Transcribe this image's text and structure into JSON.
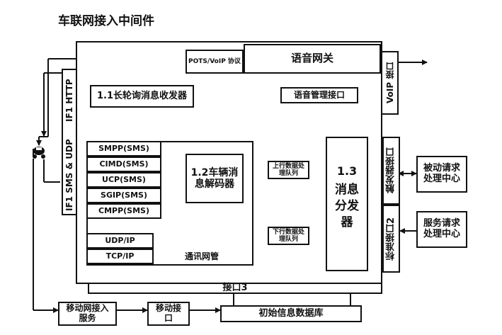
{
  "title": "车联网接入中间件",
  "pots_voip_protocol": "POTS/VoIP 协议",
  "voice_gateway": "语音网关",
  "voice_mgmt_interface": "语音管理接口",
  "long_poll_transceiver": "1.1长轮询消息收发器",
  "if1_http": "IF1 HTTP",
  "if1_sms_udp": "IF1 SMS & UDP",
  "protocols": [
    "SMPP(SMS)",
    "CIMD(SMS)",
    "UCP(SMS)",
    "SGIP(SMS)",
    "CMPP(SMS)"
  ],
  "transport": [
    "UDP/IP",
    "TCP/IP"
  ],
  "decoder": "1.2车辆消息解码器",
  "comm_mgmt": "通讯网管",
  "upstream_queue": "上行数据处理队列",
  "downstream_queue": "下行数据处理队列",
  "dispatcher_num": "1.3",
  "dispatcher_label": "消息分发器",
  "voip_interface": "VoIP 接口",
  "trigger_interface": "触发器接口",
  "standard_interface2": "标准接口2",
  "passive_center": "被动请求处理中心",
  "service_center": "服务请求处理中心",
  "interface3": "接口3",
  "mobile_access_service": "移动网接入服务",
  "mobile_interface": "移动接口",
  "initial_db": "初始信息数据库",
  "colors": {
    "line": "#111111",
    "background": "#ffffff"
  }
}
